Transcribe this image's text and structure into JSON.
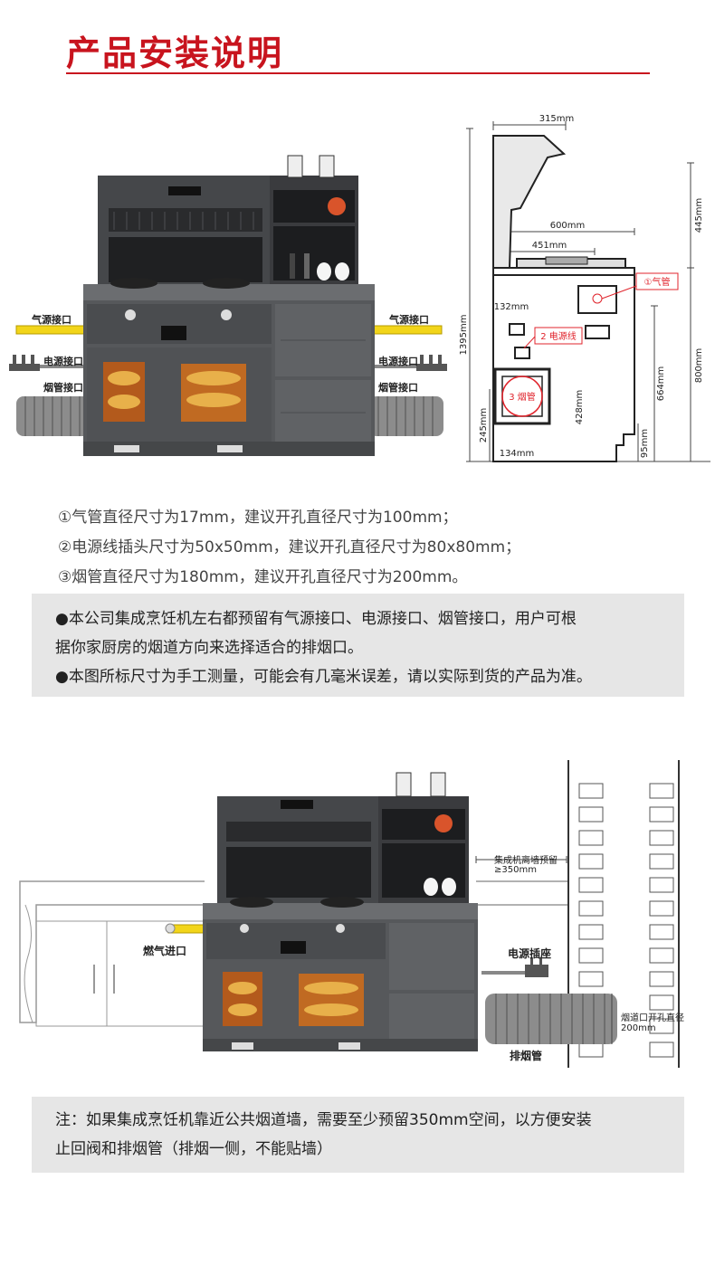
{
  "title": "产品安装说明",
  "diagram1": {
    "left_labels": {
      "gas": "气源接口",
      "power": "电源接口",
      "flue": "烟管接口"
    },
    "right_labels": {
      "gas": "气源接口",
      "power": "电源接口",
      "flue": "烟管接口"
    },
    "dims": {
      "w315": "315mm",
      "h445": "445mm",
      "w600": "600mm",
      "w451": "451mm",
      "h1395": "1395mm",
      "w132": "132mm",
      "h664": "664mm",
      "h800": "800mm",
      "h428": "428mm",
      "h245": "245mm",
      "w134": "134mm",
      "h95": "95mm"
    },
    "callouts": {
      "gas": "①气管",
      "power": "2 电源线",
      "flue": "3 烟管"
    }
  },
  "notes": [
    "①气管直径尺寸为17mm，建议开孔直径尺寸为100mm；",
    "②电源线插头尺寸为50x50mm，建议开孔直径尺寸为80x80mm；",
    "③烟管直径尺寸为180mm，建议开孔直径尺寸为200mm。"
  ],
  "box1": {
    "line1": "●本公司集成烹饪机左右都预留有气源接口、电源接口、烟管接口，用户可根",
    "line2": "据你家厨房的烟道方向来选择适合的排烟口。",
    "line3": "●本图所标尺寸为手工测量，可能会有几毫米误差，请以实际到货的产品为准。"
  },
  "diagram2": {
    "gas_inlet": "燃气进口",
    "clearance": "集成机离墙预留",
    "clearance_value": "≥350mm",
    "socket": "电源插座",
    "flue_hole": "烟道口开孔直径",
    "flue_hole_value": "200mm",
    "exhaust": "排烟管"
  },
  "box2": {
    "line1": "注：如果集成烹饪机靠近公共烟道墙，需要至少预留350mm空间，以方便安装",
    "line2": "止回阀和排烟管（排烟一侧，不能贴墙）"
  },
  "colors": {
    "accent": "#c8141e",
    "appliance": "#55575a",
    "gray_box": "#e6e6e6",
    "gas_pipe": "#f2d51a"
  }
}
